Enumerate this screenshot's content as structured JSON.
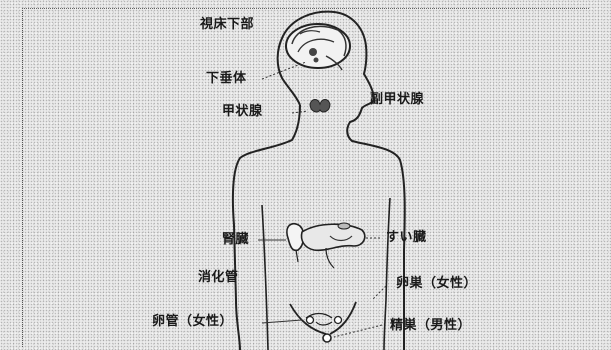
{
  "organs": {
    "hypothalamus": "視床下部",
    "pituitary": "下垂体",
    "thyroid": "甲状腺",
    "parathyroid": "副甲状腺",
    "adrenal": "腎臓",
    "pancreas": "すい臓",
    "digestive": "消化管",
    "ovary": "卵巣（女性）",
    "oviduct": "卵管（女性）",
    "testis": "精巣（男性）"
  }
}
